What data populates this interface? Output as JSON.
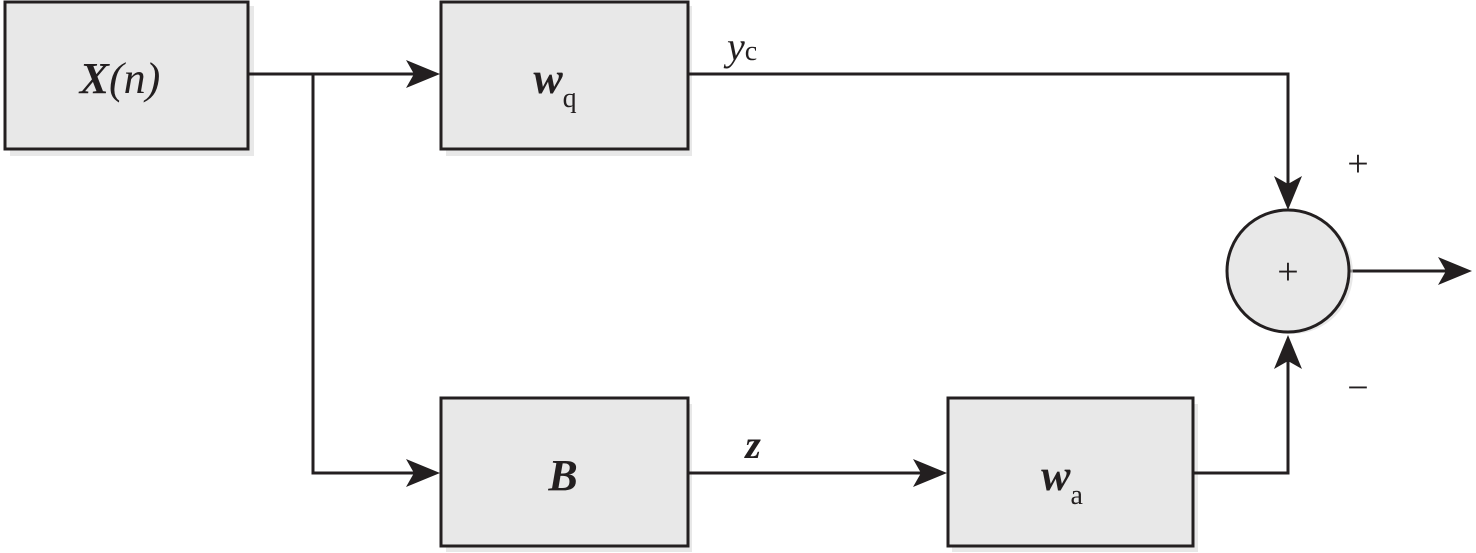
{
  "diagram": {
    "type": "block-diagram",
    "blocks": {
      "input": {
        "main": "X",
        "paren": "(n)",
        "label_full": "X(n)"
      },
      "wq": {
        "main": "w",
        "sub": "q"
      },
      "b": {
        "main": "B"
      },
      "wa": {
        "main": "w",
        "sub": "a"
      }
    },
    "signals": {
      "yc": {
        "main": "y",
        "sub": "c"
      },
      "z": {
        "main": "z"
      }
    },
    "summer": {
      "symbol": "+",
      "top_sign": "+",
      "bottom_sign": "−"
    },
    "connections": [
      {
        "from": "X(n)",
        "to": "w_q"
      },
      {
        "from": "X(n)",
        "to": "B"
      },
      {
        "from": "w_q",
        "to": "summer",
        "label": "y_c",
        "sign": "+"
      },
      {
        "from": "B",
        "to": "w_a",
        "label": "z"
      },
      {
        "from": "w_a",
        "to": "summer",
        "sign": "−"
      },
      {
        "from": "summer",
        "to": "output"
      }
    ],
    "colors": {
      "block_fill": "#e8e8e8",
      "stroke": "#231f20"
    }
  }
}
